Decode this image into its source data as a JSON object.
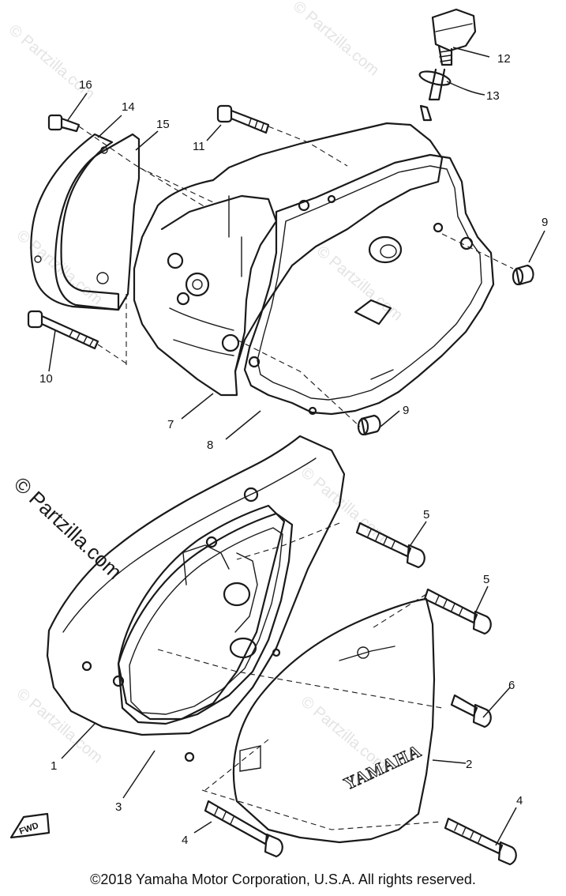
{
  "watermark": {
    "small": "© Partzilla.com",
    "large": "© Partzilla.com"
  },
  "brand_mark": "YAMAHA",
  "direction_arrow": "FWD",
  "copyright": "©2018 Yamaha Motor Corporation, U.S.A. All rights reserved.",
  "callouts": [
    {
      "id": "1",
      "label": "1"
    },
    {
      "id": "2",
      "label": "2"
    },
    {
      "id": "3",
      "label": "3"
    },
    {
      "id": "4a",
      "label": "4"
    },
    {
      "id": "4b",
      "label": "4"
    },
    {
      "id": "5a",
      "label": "5"
    },
    {
      "id": "5b",
      "label": "5"
    },
    {
      "id": "6",
      "label": "6"
    },
    {
      "id": "7",
      "label": "7"
    },
    {
      "id": "8",
      "label": "8"
    },
    {
      "id": "9a",
      "label": "9"
    },
    {
      "id": "9b",
      "label": "9"
    },
    {
      "id": "10",
      "label": "10"
    },
    {
      "id": "11",
      "label": "11"
    },
    {
      "id": "12",
      "label": "12"
    },
    {
      "id": "13",
      "label": "13"
    },
    {
      "id": "14",
      "label": "14"
    },
    {
      "id": "15",
      "label": "15"
    },
    {
      "id": "16",
      "label": "16"
    }
  ]
}
